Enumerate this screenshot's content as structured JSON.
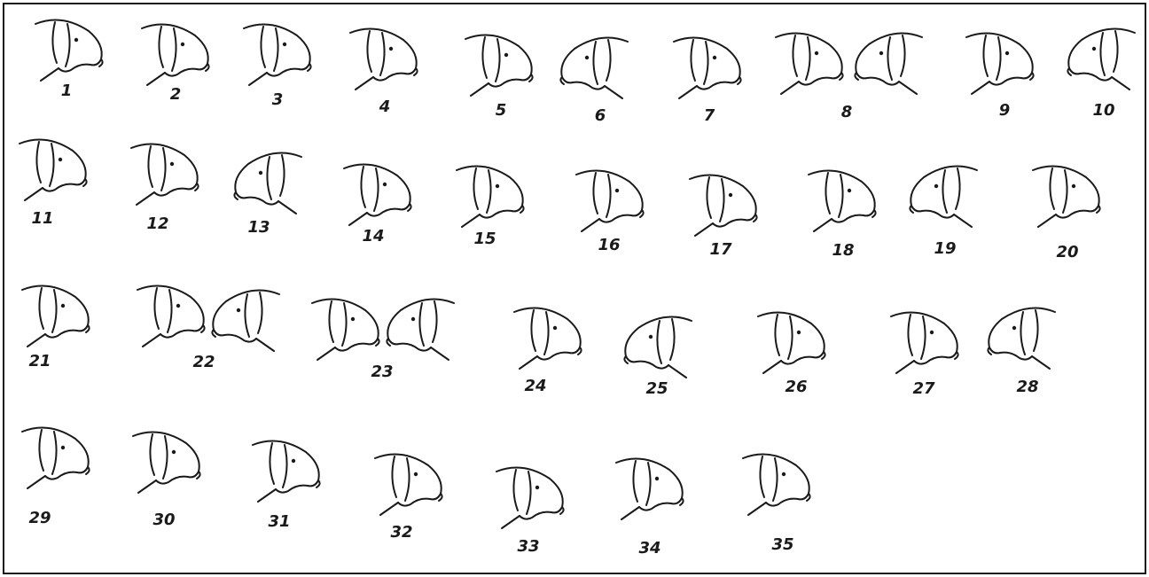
{
  "figure": {
    "labels": [
      "1",
      "2",
      "3",
      "4",
      "5",
      "6",
      "7",
      "8",
      "9",
      "10",
      "11",
      "12",
      "13",
      "14",
      "15",
      "16",
      "17",
      "18",
      "19",
      "20",
      "21",
      "22",
      "23",
      "24",
      "25",
      "26",
      "27",
      "28",
      "29",
      "30",
      "31",
      "32",
      "33",
      "34",
      "35"
    ]
  }
}
